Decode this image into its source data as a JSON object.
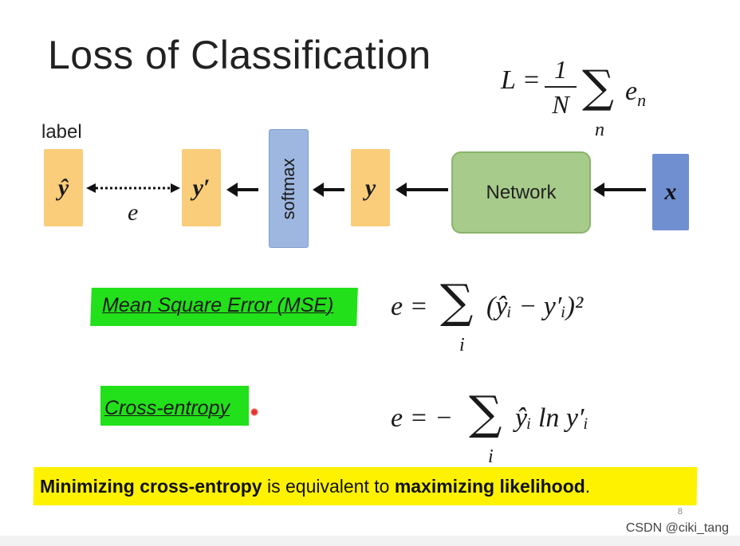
{
  "slide": {
    "title": "Loss of Classification",
    "page_number": "8"
  },
  "formula_total": {
    "lhs": "L =",
    "numerator": "1",
    "denominator": "N",
    "sum_symbol": "∑",
    "sum_index": "n",
    "term_base": "e",
    "term_sub": "n"
  },
  "diagram": {
    "label_text": "label",
    "y_hat": "ŷ",
    "error_symbol": "e",
    "y_prime": "y′",
    "softmax_label": "softmax",
    "y": "y",
    "network_label": "Network",
    "x": "x"
  },
  "mse": {
    "label": "Mean Square Error (MSE)",
    "lhs": "e =",
    "sum_symbol": "∑",
    "sum_index": "i",
    "body": "(ŷᵢ − y′ᵢ)²"
  },
  "cross_entropy": {
    "label": "Cross-entropy",
    "lhs": "e = −",
    "sum_symbol": "∑",
    "sum_index": "i",
    "body": "ŷᵢ ln y′ᵢ"
  },
  "conclusion": {
    "part1": "Minimizing cross-entropy",
    "part2": " is equivalent to ",
    "part3": "maximizing likelihood",
    "part4": "."
  },
  "watermark": "CSDN @ciki_tang",
  "colors": {
    "orange_box": "#f9cd7a",
    "softmax_box": "#9db7e0",
    "network_box": "#a7cb8a",
    "x_box": "#6f8fd0",
    "green_highlight": "#22e01a",
    "yellow_highlight": "#fff200"
  }
}
